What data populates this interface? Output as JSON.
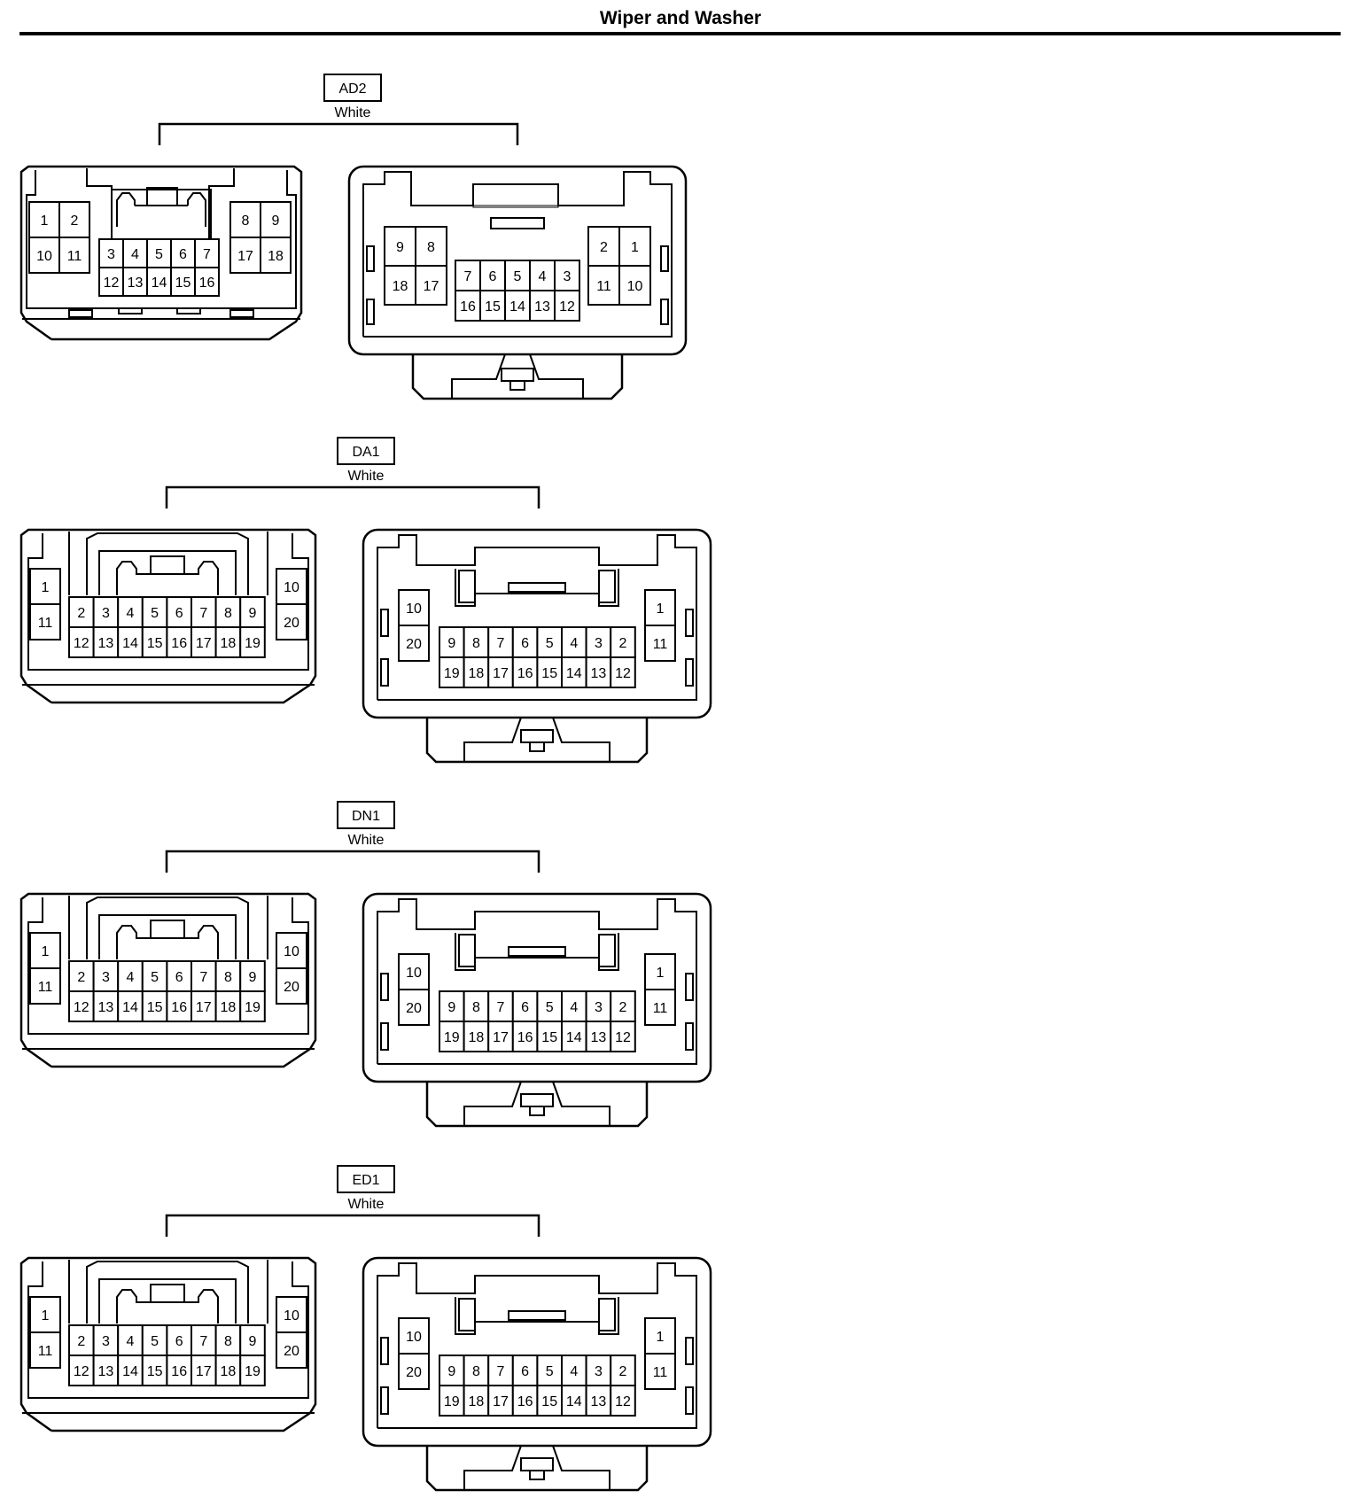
{
  "page": {
    "title": "Wiper and Washer"
  },
  "connectors": [
    {
      "id": "AD2",
      "color_label": "White",
      "style": "18pin",
      "left_pins": {
        "outer_left": [
          [
            "1",
            "2"
          ],
          [
            "10",
            "11"
          ]
        ],
        "center_top": [
          "3",
          "4",
          "5",
          "6",
          "7"
        ],
        "center_bottom": [
          "12",
          "13",
          "14",
          "15",
          "16"
        ],
        "outer_right": [
          [
            "8",
            "9"
          ],
          [
            "17",
            "18"
          ]
        ]
      },
      "right_pins": {
        "outer_left": [
          [
            "9",
            "8"
          ],
          [
            "18",
            "17"
          ]
        ],
        "center_top": [
          "7",
          "6",
          "5",
          "4",
          "3"
        ],
        "center_bottom": [
          "16",
          "15",
          "14",
          "13",
          "12"
        ],
        "outer_right": [
          [
            "2",
            "1"
          ],
          [
            "11",
            "10"
          ]
        ]
      }
    },
    {
      "id": "DA1",
      "color_label": "White",
      "style": "20pin",
      "left_pins": {
        "side_left": [
          "1",
          "11"
        ],
        "center_top": [
          "2",
          "3",
          "4",
          "5",
          "6",
          "7",
          "8",
          "9"
        ],
        "center_bottom": [
          "12",
          "13",
          "14",
          "15",
          "16",
          "17",
          "18",
          "19"
        ],
        "side_right": [
          "10",
          "20"
        ]
      },
      "right_pins": {
        "side_left": [
          "10",
          "20"
        ],
        "center_top": [
          "9",
          "8",
          "7",
          "6",
          "5",
          "4",
          "3",
          "2"
        ],
        "center_bottom": [
          "19",
          "18",
          "17",
          "16",
          "15",
          "14",
          "13",
          "12"
        ],
        "side_right": [
          "1",
          "11"
        ]
      }
    },
    {
      "id": "DN1",
      "color_label": "White",
      "style": "20pin",
      "left_pins": {
        "side_left": [
          "1",
          "11"
        ],
        "center_top": [
          "2",
          "3",
          "4",
          "5",
          "6",
          "7",
          "8",
          "9"
        ],
        "center_bottom": [
          "12",
          "13",
          "14",
          "15",
          "16",
          "17",
          "18",
          "19"
        ],
        "side_right": [
          "10",
          "20"
        ]
      },
      "right_pins": {
        "side_left": [
          "10",
          "20"
        ],
        "center_top": [
          "9",
          "8",
          "7",
          "6",
          "5",
          "4",
          "3",
          "2"
        ],
        "center_bottom": [
          "19",
          "18",
          "17",
          "16",
          "15",
          "14",
          "13",
          "12"
        ],
        "side_right": [
          "1",
          "11"
        ]
      }
    },
    {
      "id": "ED1",
      "color_label": "White",
      "style": "20pin",
      "left_pins": {
        "side_left": [
          "1",
          "11"
        ],
        "center_top": [
          "2",
          "3",
          "4",
          "5",
          "6",
          "7",
          "8",
          "9"
        ],
        "center_bottom": [
          "12",
          "13",
          "14",
          "15",
          "16",
          "17",
          "18",
          "19"
        ],
        "side_right": [
          "10",
          "20"
        ]
      },
      "right_pins": {
        "side_left": [
          "10",
          "20"
        ],
        "center_top": [
          "9",
          "8",
          "7",
          "6",
          "5",
          "4",
          "3",
          "2"
        ],
        "center_bottom": [
          "19",
          "18",
          "17",
          "16",
          "15",
          "14",
          "13",
          "12"
        ],
        "side_right": [
          "1",
          "11"
        ]
      }
    }
  ]
}
